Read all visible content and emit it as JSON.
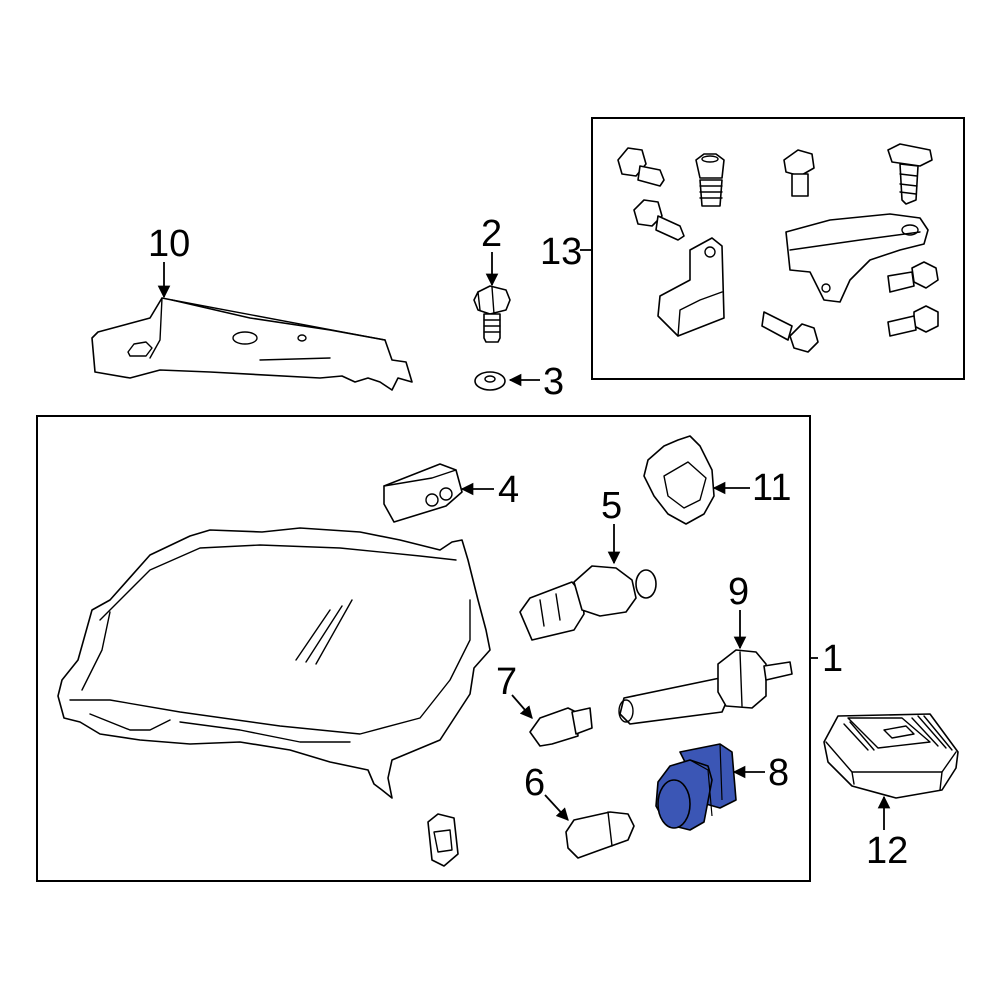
{
  "callouts": {
    "c1": "1",
    "c2": "2",
    "c3": "3",
    "c4": "4",
    "c5": "5",
    "c6": "6",
    "c7": "7",
    "c8": "8",
    "c9": "9",
    "c10": "10",
    "c11": "11",
    "c12": "12",
    "c13": "13"
  },
  "colors": {
    "highlight": "#3b56b5",
    "line": "#000000",
    "background": "#ffffff"
  },
  "highlighted_part": "8"
}
